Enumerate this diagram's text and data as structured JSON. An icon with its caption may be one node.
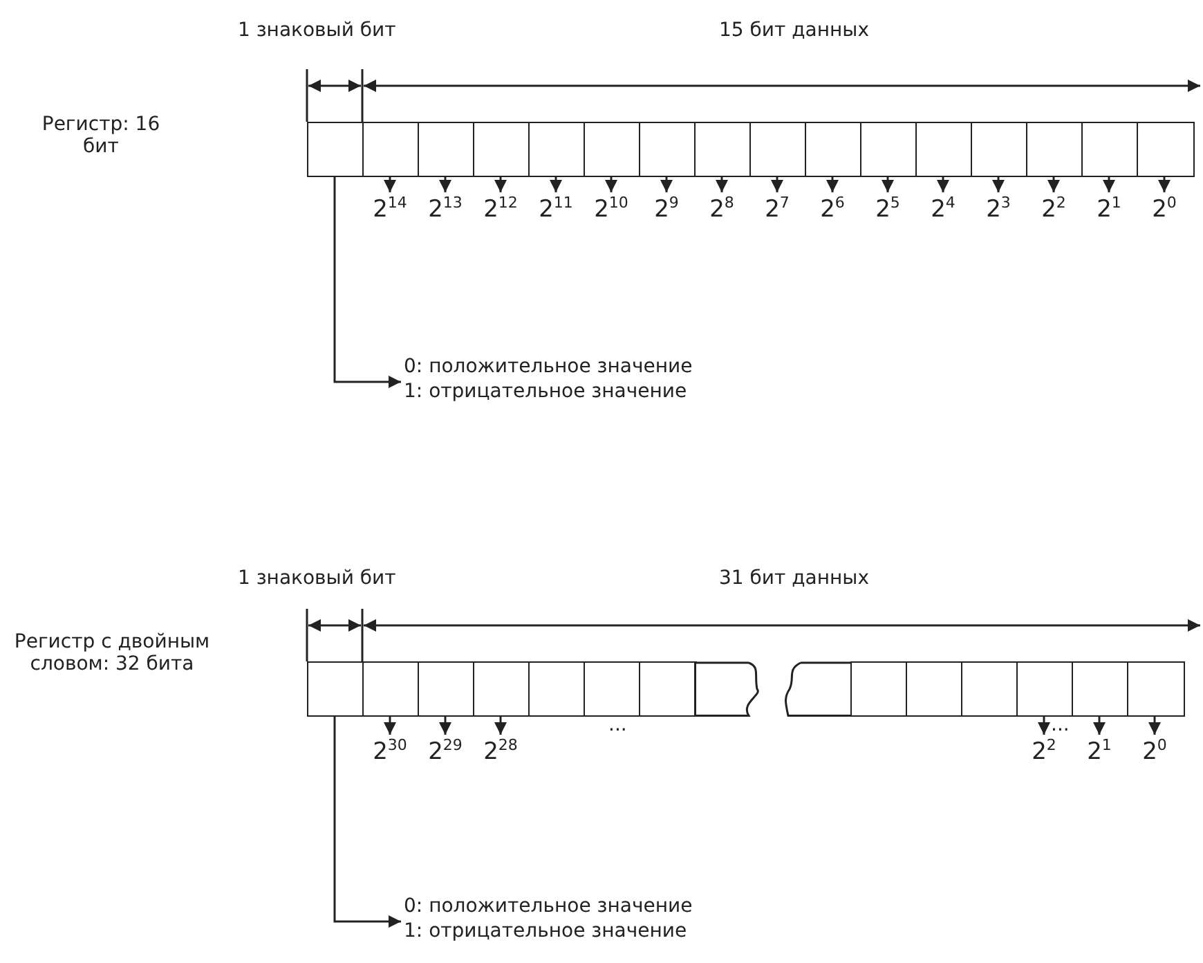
{
  "diagram": {
    "nodes": [
      {
        "text": [],
        "shape": "box"
      },
      {
        "text": [],
        "shape": "box"
      },
      {
        "text": [],
        "shape": "box"
      },
      {
        "text": [],
        "shape": "box"
      },
      {
        "text": [],
        "shape": "box"
      },
      {
        "text": [],
        "shape": "box"
      },
      {
        "text": [],
        "shape": "box"
      },
      {
        "text": [],
        "shape": "box"
      },
      {
        "text": [],
        "shape": "box"
      },
      {
        "text": [],
        "shape": "box"
      },
      {
        "text": [],
        "shape": "box"
      },
      {
        "text": [],
        "shape": "box"
      },
      {
        "text": [],
        "shape": "box"
      },
      {
        "text": [],
        "shape": "box"
      },
      {
        "text": [],
        "shape": "box"
      },
      {
        "text": [],
        "shape": "box"
      },
      {
        "text": [
          "2$^{14}$"
        ]
      },
      {
        "text": [
          "2$^{13}$"
        ]
      },
      {
        "text": [
          "2$^{12}$"
        ]
      },
      {
        "text": [
          "2$^{11}$"
        ]
      },
      {
        "text": [
          "2$^{10}$"
        ]
      },
      {
        "text": [
          "2$^{9}$"
        ]
      },
      {
        "text": [
          "2$^{8}$"
        ]
      },
      {
        "text": [
          "2$^{7}$"
        ]
      },
      {
        "text": [
          "2$^{6}$"
        ]
      },
      {
        "text": [
          "2$^{5}$"
        ]
      },
      {
        "text": [
          "2$^{4}$"
        ]
      },
      {
        "text": [
          "2$^{3}$"
        ]
      },
      {
        "text": [
          "2$^{2}$"
        ]
      },
      {
        "text": [
          "2$^{1}$"
        ]
      },
      {
        "text": [
          "2$^{0}$"
        ]
      },
      {
        "text": [
          "0: положительное значение",
          "1: отрицательное значение"
        ]
      },
      {
        "text": [],
        "shape": "box"
      },
      {
        "text": [],
        "shape": "box"
      },
      {
        "text": [],
        "shape": "box"
      },
      {
        "text": [],
        "shape": "box"
      },
      {
        "text": [],
        "shape": "box"
      },
      {
        "text": [],
        "shape": "box"
      },
      {
        "text": [],
        "shape": "box"
      },
      {
        "text": [],
        "shape": "box"
      },
      {
        "text": [],
        "shape": "box"
      },
      {
        "text": [],
        "shape": "box"
      },
      {
        "text": [],
        "shape": "box"
      },
      {
        "text": [],
        "shape": "box"
      },
      {
        "text": [],
        "shape": "box"
      },
      {
        "text": [],
        "shape": "box"
      },
      {
        "text": [],
        "shape": "box"
      },
      {
        "text": [
          "2$^{30}$"
        ]
      },
      {
        "text": [
          "2$^{29}$"
        ]
      },
      {
        "text": [
          "2$^{28}$"
        ]
      },
      {
        "text": [
          "2$^{2}$"
        ]
      },
      {
        "text": [
          "2$^{1}$"
        ]
      },
      {
        "text": [
          "2$^{0}$"
        ]
      },
      {
        "text": [
          "0: положительное значение",
          "1: отрицательное значение"
        ]
      }
    ],
    "edges": [
      {
        "from": 1,
        "to": 16,
        "arrow": "to"
      },
      {
        "from": 2,
        "to": 17,
        "arrow": "to"
      },
      {
        "from": 3,
        "to": 18,
        "arrow": "to"
      },
      {
        "from": 4,
        "to": 19,
        "arrow": "to"
      },
      {
        "from": 5,
        "to": 20,
        "arrow": "to"
      },
      {
        "from": 6,
        "to": 21,
        "arrow": "to"
      },
      {
        "from": 7,
        "to": 22,
        "arrow": "to"
      },
      {
        "from": 8,
        "to": 23,
        "arrow": "to"
      },
      {
        "from": 9,
        "to": 24,
        "arrow": "to"
      },
      {
        "from": 10,
        "to": 25,
        "arrow": "to"
      },
      {
        "from": 11,
        "to": 26,
        "arrow": "to"
      },
      {
        "from": 12,
        "to": 27,
        "arrow": "to"
      },
      {
        "from": 13,
        "to": 28,
        "arrow": "to"
      },
      {
        "from": 14,
        "to": 29,
        "arrow": "to"
      },
      {
        "from": 15,
        "to": 30,
        "arrow": "to"
      },
      {
        "from": 0,
        "to": 31,
        "arrow": "to"
      },
      {
        "from": 33,
        "to": 47,
        "arrow": "to"
      },
      {
        "from": 34,
        "to": 48,
        "arrow": "to"
      },
      {
        "from": 35,
        "to": 49,
        "arrow": "to"
      },
      {
        "from": 44,
        "to": 50,
        "arrow": "to"
      },
      {
        "from": 45,
        "to": 51,
        "arrow": "to"
      },
      {
        "from": 46,
        "to": 52,
        "arrow": "to"
      },
      {
        "from": 32,
        "to": 53,
        "arrow": "to"
      }
    ],
    "labels": [
      "1 знаковый бит",
      "15 бит данных",
      "Регистр: 16 бит",
      "1 знаковый бит",
      "31 бит данных",
      "Регистр с двойным словом: 32 бита",
      "...",
      "..."
    ]
  }
}
